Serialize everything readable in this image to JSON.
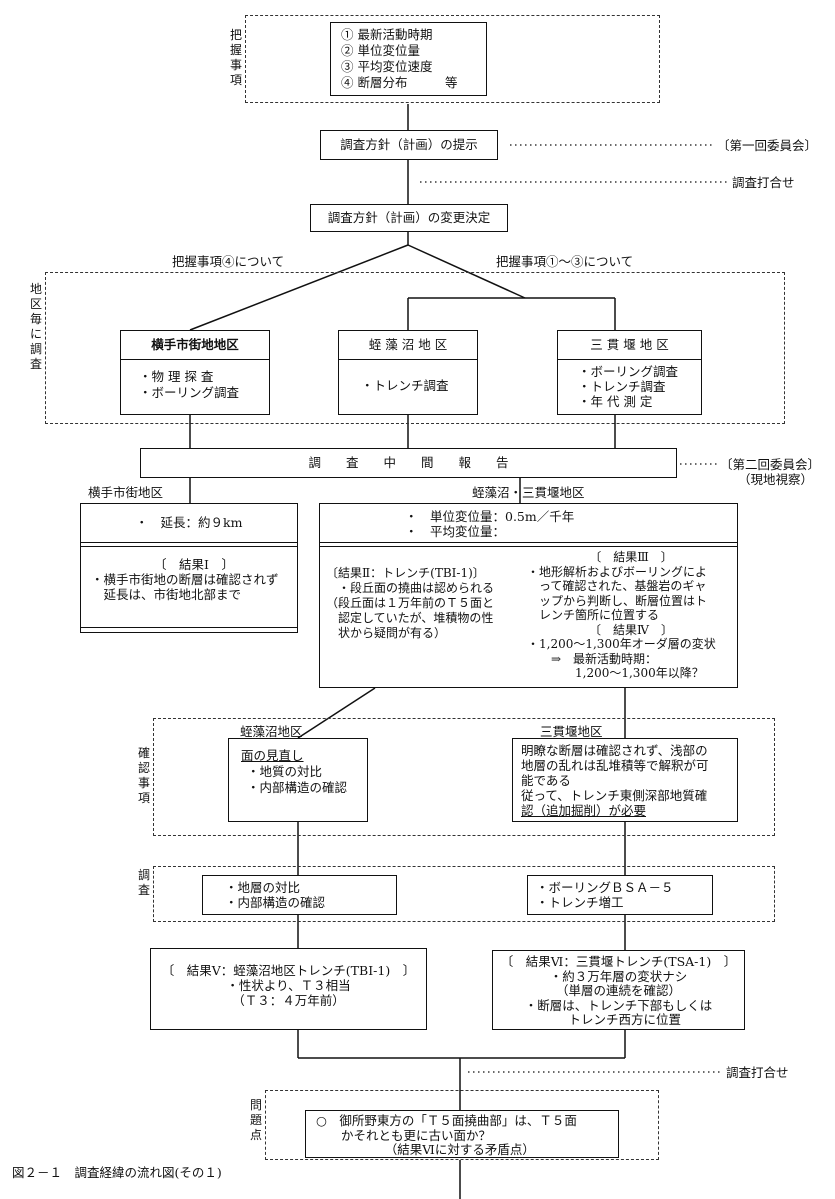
{
  "labels": {
    "haaku": "把握事項",
    "chiku": "地区毎に調査",
    "kakunin": "確認事項",
    "chosa": "調査",
    "mondai": "問題点"
  },
  "top_box": [
    "① 最新活動時期",
    "② 単位変位量",
    "③ 平均変位速度",
    "④ 断層分布　　　等"
  ],
  "policy_present": "調査方針（計画）の提示",
  "committee1": "〔第一回委員会〕",
  "meeting1": "調査打合せ",
  "policy_change": "調査方針（計画）の変更決定",
  "branch_left": "把握事項④について",
  "branch_right": "把握事項①～③について",
  "districts": {
    "yokote": {
      "title": "横手市街地地区",
      "items": [
        "・物 理 探 査",
        "・ボーリング調査"
      ]
    },
    "hirumo": {
      "title": "蛭 藻 沼 地 区",
      "items": [
        "・トレンチ調査"
      ]
    },
    "sanganze": {
      "title": "三 貫 堰 地 区",
      "items": [
        "・ボーリング調査",
        "・トレンチ調査",
        "・年 代 測 定"
      ]
    }
  },
  "interim_report": "調　　査　　中　　間　　報　　告",
  "committee2": "〔第二回委員会〕",
  "site_visit": "（現地視察）",
  "yokote_area": "横手市街地区",
  "hs_area": "蛭藻沼・三貫堰地区",
  "yokote_result": {
    "length": "・　延長：約９km",
    "result_title": "〔　結果Ⅰ　〕",
    "lines": [
      "・横手市街地の断層は確認されず",
      "　延長は、市街地北部まで"
    ]
  },
  "hs_result": {
    "header": [
      "・　単位変位量：0.5m／千年",
      "・　平均変位量："
    ],
    "result2": [
      "〔結果Ⅱ：トレンチ(TBI-1)〕",
      "　・段丘面の撓曲は認められる",
      "（段丘面は１万年前のＴ５面と",
      "　認定していたが、堆積物の性",
      "　状から疑問が有る）"
    ],
    "result3_title": "〔　結果Ⅲ　〕",
    "result3": [
      "・地形解析およびボーリングによ",
      "　って確認された、基盤岩のギャ",
      "　ップから判断し、断層位置はト",
      "　レンチ箇所に位置する"
    ],
    "result4_title": "〔　結果Ⅳ　〕",
    "result4": [
      "・1,200～1,300年オーダ層の変状",
      "　　⇒　最新活動時期：",
      "　　　　1,200～1,300年以降？"
    ]
  },
  "confirm": {
    "hirumo_label": "蛭藻沼地区",
    "sanganze_label": "三貫堰地区",
    "hirumo_title": "面の見直し",
    "hirumo_items": [
      "・地質の対比",
      "・内部構造の確認"
    ],
    "sanganze_lines": [
      "明瞭な断層は確認されず、浅部の",
      "地層の乱れは乱堆積等で解釈が可",
      "能である",
      "従って、トレンチ東側深部地質確"
    ],
    "sanganze_last": "認（追加掘削）が必要"
  },
  "survey": {
    "left": [
      "・地層の対比",
      "・内部構造の確認"
    ],
    "right": [
      "・ボーリングＢＳＡ－５",
      "・トレンチ増工"
    ]
  },
  "result5": {
    "title": "〔　結果Ⅴ：蛭藻沼地区トレンチ(TBI-1)　〕",
    "lines": [
      "・性状より、Ｔ３相当",
      "（Ｔ３：４万年前）"
    ]
  },
  "result6": {
    "title": "〔　結果Ⅵ：三貫堰トレンチ(TSA-1)　〕",
    "lines": [
      "・約３万年層の変状ナシ",
      "（単層の連続を確認）",
      "・断層は、トレンチ下部もしくは",
      "　トレンチ西方に位置"
    ]
  },
  "meeting2": "調査打合せ",
  "problem": [
    "○　御所野東方の「Ｔ５面撓曲部」は、Ｔ５面",
    "　　かそれとも更に古い面か？",
    "　　　　　　（結果Ⅵに対する矛盾点）"
  ],
  "caption": "図２－１　調査経緯の流れ図(その１)"
}
